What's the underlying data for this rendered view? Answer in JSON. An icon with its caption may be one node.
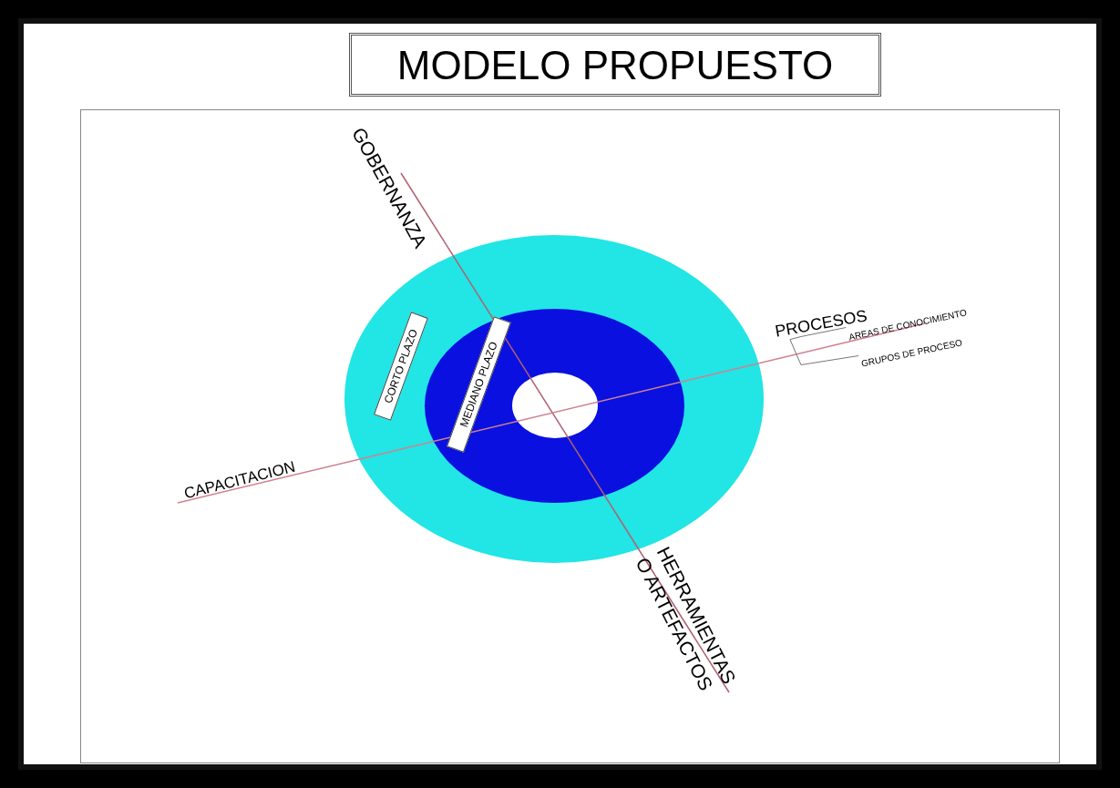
{
  "diagram": {
    "title": "MODELO PROPUESTO",
    "nodes": [
      {
        "text": [
          "CORTO PLAZO"
        ]
      },
      {
        "text": [
          "MEDIANO PLAZO"
        ],
        "in": 0
      },
      {
        "text": [],
        "shape": "circle",
        "in": 1
      },
      {
        "text": [
          "PROCESOS"
        ]
      },
      {
        "text": [
          "AREAS DE CONOCIMIENTO"
        ]
      },
      {
        "text": [
          "GRUPOS DE PROCESO"
        ]
      }
    ],
    "edges": [
      {
        "from": 3,
        "to": 4,
        "arrow": "none"
      },
      {
        "from": 3,
        "to": 5,
        "arrow": "none"
      }
    ],
    "labels": [
      "GOBERNANZA",
      "CAPACITACION",
      "HERRAMIENTAS O ARTEFACTOS"
    ]
  }
}
